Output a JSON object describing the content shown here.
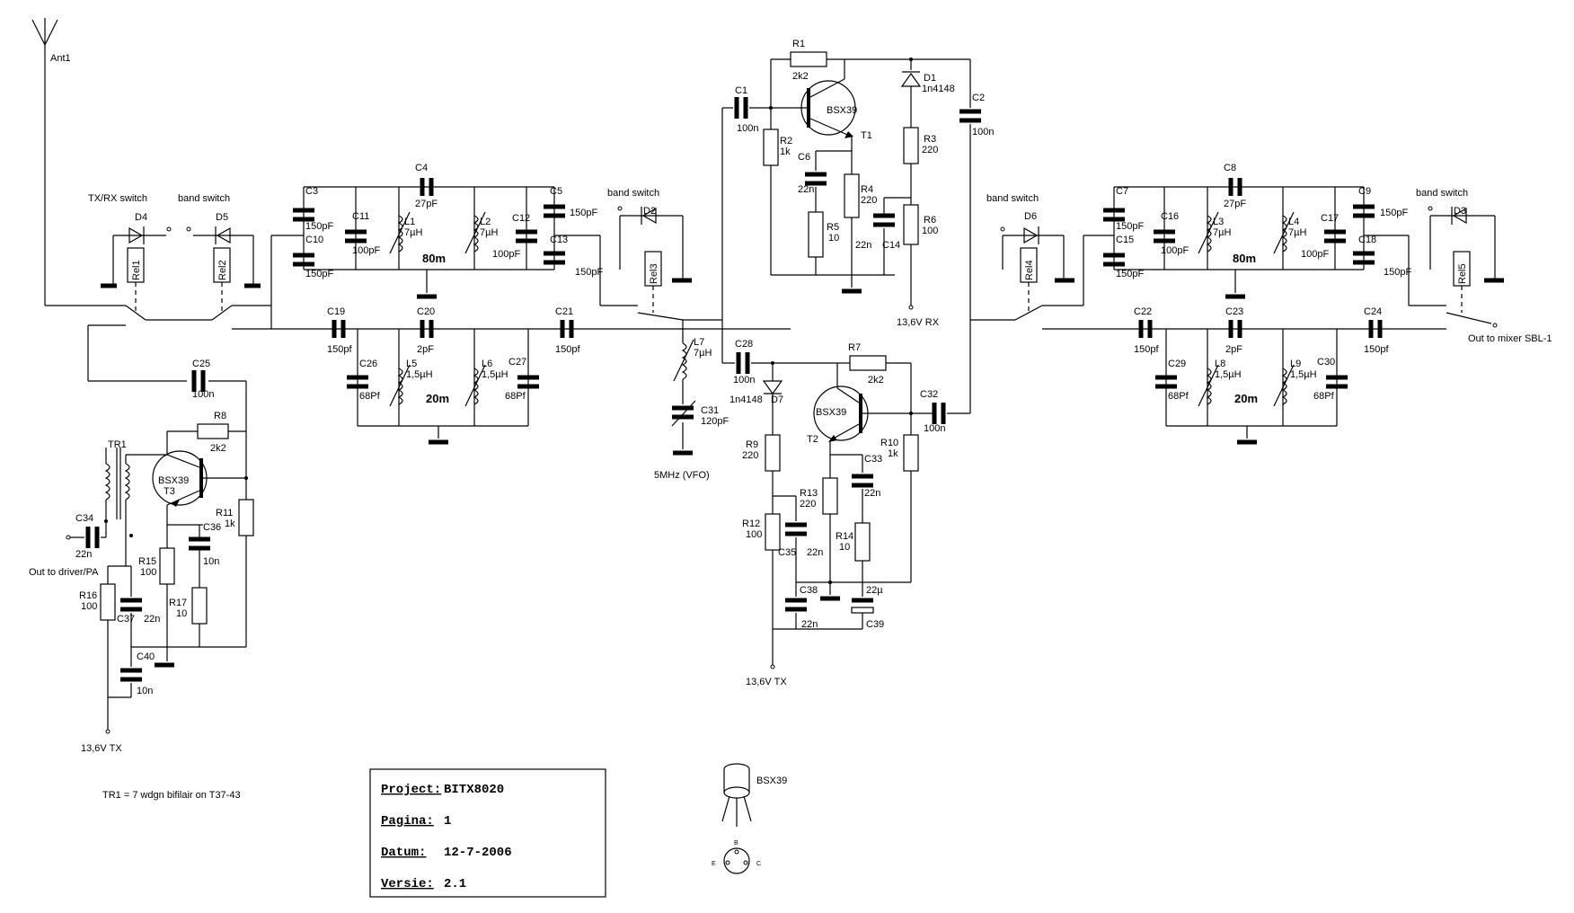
{
  "labels": {
    "ant1": "Ant1",
    "txrx_switch": "TX/RX switch",
    "band_switch_1": "band switch",
    "band_switch_2": "band switch",
    "band_switch_3": "band switch",
    "band_switch_4": "band switch",
    "out_driver": "Out to driver/PA",
    "out_mixer": "Out to mixer SBL-1",
    "rx_supply": "13,6V RX",
    "tx_supply_1": "13,6V TX",
    "tx_supply_2": "13,6V TX",
    "vfo": "5MHz (VFO)",
    "tr1_note": "TR1 = 7 wdgn bifilair on T37-43",
    "band_80m_1": "80m",
    "band_20m_1": "20m",
    "band_80m_2": "80m",
    "band_20m_2": "20m",
    "transistor_pkg": "BSX39",
    "pin_b": "B",
    "pin_e": "E",
    "pin_c": "C"
  },
  "components": {
    "D4": "D4",
    "D5": "D5",
    "D2": "D2",
    "D6": "D6",
    "D3": "D3",
    "D1": "D1",
    "D1v": "1n4148",
    "D7": "D7",
    "D7v": "1n4148",
    "Rel1": "Rel1",
    "Rel2": "Rel2",
    "Rel3": "Rel3",
    "Rel4": "Rel4",
    "Rel5": "Rel5",
    "C3": "C3",
    "C3v": "150pF",
    "C10": "C10",
    "C10v": "150pF",
    "C4": "C4",
    "C4v": "27pF",
    "C11": "C11",
    "C11v": "100pF",
    "L1": "L1",
    "L1v": "7µH",
    "L2": "L2",
    "L2v": "7µH",
    "C12": "C12",
    "C12v": "100pF",
    "C5": "C5",
    "C5v": "150pF",
    "C13": "C13",
    "C13v": "150pF",
    "C19": "C19",
    "C19v": "150pf",
    "C20": "C20",
    "C20v": "2pF",
    "C21": "C21",
    "C21v": "150pf",
    "C26": "C26",
    "C26v": "68Pf",
    "L5": "L5",
    "L5v": "1,5µH",
    "L6": "L6",
    "L6v": "1,5µH",
    "C27": "C27",
    "C27v": "68Pf",
    "C25": "C25",
    "C25v": "100n",
    "TR1": "TR1",
    "R8": "R8",
    "R8v": "2k2",
    "T3": "T3",
    "T3v": "BSX39",
    "R11": "R11",
    "R11v": "1k",
    "C34": "C34",
    "C34v": "22n",
    "C36": "C36",
    "C36v": "10n",
    "R15": "R15",
    "R15v": "100",
    "R16": "R16",
    "R16v": "100",
    "C37": "C37",
    "C37v": "22n",
    "R17": "R17",
    "R17v": "10",
    "C40": "C40",
    "C40v": "10n",
    "R1": "R1",
    "R1v": "2k2",
    "C1": "C1",
    "C1v": "100n",
    "T1": "T1",
    "T1v": "BSX39",
    "R2": "R2",
    "R2v": "1k",
    "C6": "C6",
    "C6v": "22n",
    "R4": "R4",
    "R4v": "220",
    "R5": "R5",
    "R5v": "10",
    "C14": "C14",
    "C14v": "22n",
    "R3": "R3",
    "R3v": "220",
    "R6": "R6",
    "R6v": "100",
    "C2": "C2",
    "C2v": "100n",
    "L7": "L7",
    "L7v": "7µH",
    "C31": "C31",
    "C31v": "120pF",
    "C28": "C28",
    "C28v": "100n",
    "R7": "R7",
    "R7v": "2k2",
    "T2": "T2",
    "T2v": "BSX39",
    "C32": "C32",
    "C32v": "100n",
    "R9": "R9",
    "R9v": "220",
    "R10": "R10",
    "R10v": "1k",
    "C33": "C33",
    "C33v": "22n",
    "R13": "R13",
    "R13v": "220",
    "R12": "R12",
    "R12v": "100",
    "C35": "C35",
    "C35v": "22n",
    "R14": "R14",
    "R14v": "10",
    "C38": "C38",
    "C38v": "22n",
    "C39": "C39",
    "C39v": "22µ",
    "C7": "C7",
    "C7v": "150pF",
    "C15": "C15",
    "C15v": "150pF",
    "C8": "C8",
    "C8v": "27pF",
    "C16": "C16",
    "C16v": "100pF",
    "L3": "L3",
    "L3v": "7µH",
    "L4": "L4",
    "L4v": "7µH",
    "C17": "C17",
    "C17v": "100pF",
    "C9": "C9",
    "C9v": "150pF",
    "C18": "C18",
    "C18v": "150pF",
    "C22": "C22",
    "C22v": "150pf",
    "C23": "C23",
    "C23v": "2pF",
    "C24": "C24",
    "C24v": "150pf",
    "C29": "C29",
    "C29v": "68Pf",
    "L8": "L8",
    "L8v": "1,5µH",
    "L9": "L9",
    "L9v": "1,5µH",
    "C30": "C30",
    "C30v": "68Pf"
  },
  "title_block": {
    "project_label": "Project:",
    "project_value": "BITX8020",
    "page_label": "Pagina:",
    "page_value": "1",
    "date_label": "Datum:",
    "date_value": "12-7-2006",
    "version_label": "Versie:",
    "version_value": "2.1"
  }
}
